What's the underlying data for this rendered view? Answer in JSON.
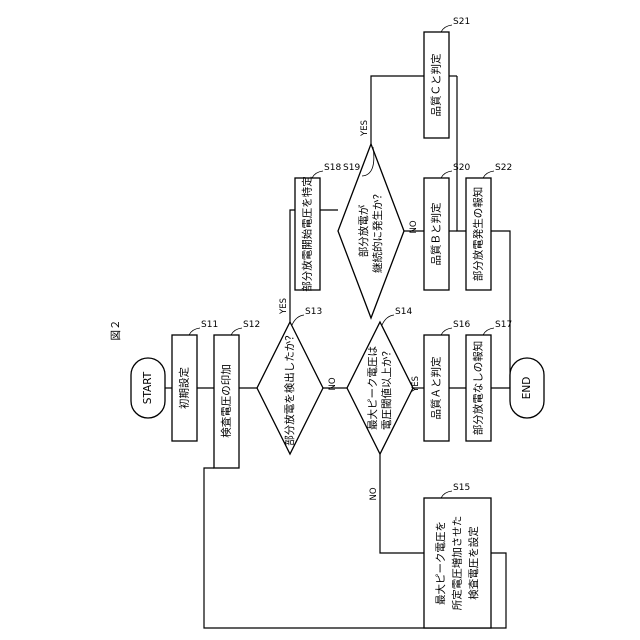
{
  "figure_label": "図２",
  "terminals": {
    "start": "START",
    "end": "END"
  },
  "steps": {
    "s11": {
      "id": "S11",
      "text": "初期設定"
    },
    "s12": {
      "id": "S12",
      "text": "検査電圧の印加"
    },
    "s13": {
      "id": "S13",
      "text": "部分放電を検出したか？"
    },
    "s14": {
      "id": "S14",
      "line1": "最大ピーク電圧は",
      "line2": "電圧閾値以上か？"
    },
    "s15": {
      "id": "S15",
      "line1": "最大ピーク電圧を",
      "line2": "所定電圧増加させた",
      "line3": "検査電圧を設定"
    },
    "s16": {
      "id": "S16",
      "text": "品質Ａと判定"
    },
    "s17": {
      "id": "S17",
      "text": "部分放電なしの報知"
    },
    "s18": {
      "id": "S18",
      "text": "部分放電開始電圧を特定"
    },
    "s19": {
      "id": "S19",
      "line1": "部分放電が",
      "line2": "継続的に発生か？"
    },
    "s20": {
      "id": "S20",
      "text": "品質Ｂと判定"
    },
    "s21": {
      "id": "S21",
      "text": "品質Ｃと判定"
    },
    "s22": {
      "id": "S22",
      "text": "部分放電発生の報知"
    }
  },
  "branch_labels": {
    "yes": "YES",
    "no": "NO"
  }
}
